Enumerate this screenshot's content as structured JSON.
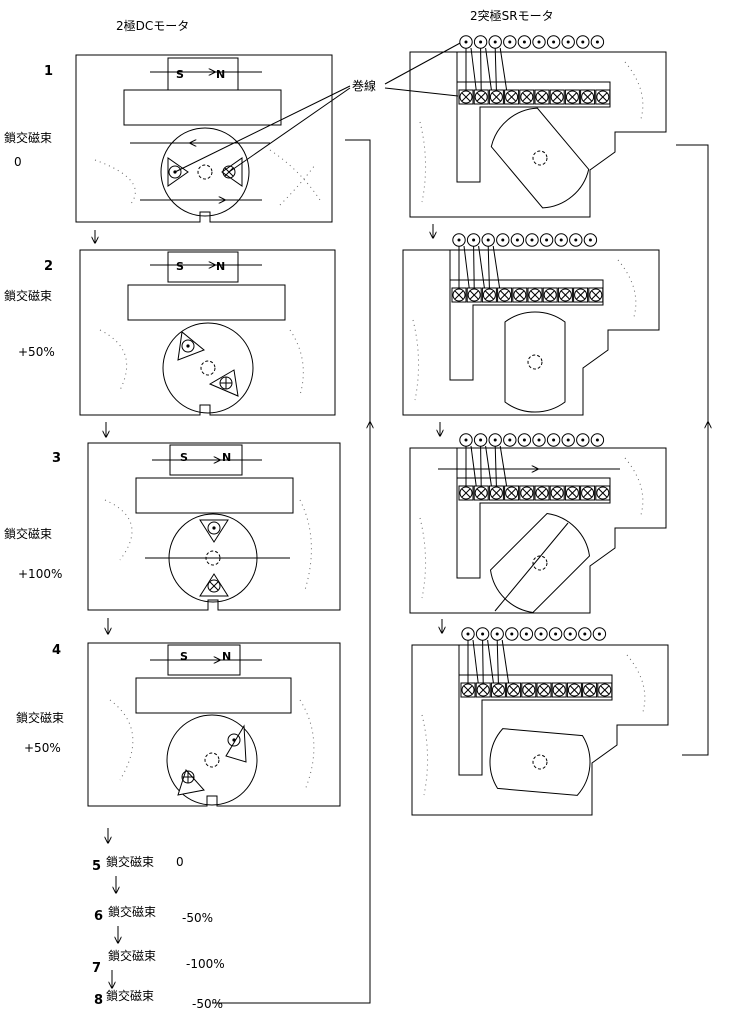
{
  "titles": {
    "dc": "2極DCモータ",
    "sr": "2突極SRモータ"
  },
  "winding_label": "巻線",
  "magnet": {
    "s": "S",
    "n": "N"
  },
  "flux_label": "鎖交磁束",
  "dc_steps": [
    {
      "num": "1",
      "value": "0"
    },
    {
      "num": "2",
      "value": "+50%"
    },
    {
      "num": "3",
      "value": "+100%"
    },
    {
      "num": "4",
      "value": "+50%"
    }
  ],
  "list_steps": [
    {
      "num": "5",
      "value": "0"
    },
    {
      "num": "6",
      "value": "-50%"
    },
    {
      "num": "7",
      "value": "-100%"
    },
    {
      "num": "8",
      "value": "-50%"
    }
  ],
  "sr_rotor_angles_deg": [
    -40,
    0,
    45,
    95
  ]
}
